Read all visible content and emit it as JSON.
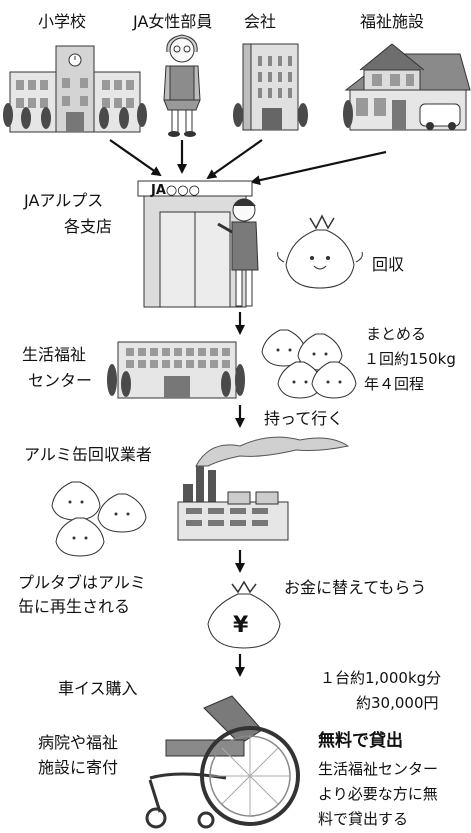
{
  "colors": {
    "ink": "#111111",
    "gray_light": "#d9d9d9",
    "gray_mid": "#a6a6a6",
    "gray_dark": "#4d4d4d",
    "bg": "#ffffff"
  },
  "top_labels": {
    "elementary_school": "小学校",
    "ja_women": "JA女性部員",
    "company": "会社",
    "welfare_facility": "福祉施設"
  },
  "ja_branch": {
    "label_line1": "JAアルプス",
    "label_line2": "各支店",
    "sign": "JA○○○"
  },
  "collect": {
    "label": "回収"
  },
  "welfare_center": {
    "label_line1": "生活福祉",
    "label_line2": "センター",
    "note_line1": "まとめる",
    "note_line2": "１回約150kg",
    "note_line3": "年４回程"
  },
  "carry": {
    "label": "持って行く"
  },
  "dealer": {
    "label": "アルミ缶回収業者"
  },
  "pulltab_note": {
    "line1": "プルタブはアルミ",
    "line2": "缶に再生される"
  },
  "money": {
    "label": "お金に替えてもらう",
    "symbol": "¥"
  },
  "wheelchair": {
    "label": "車イス購入",
    "price_line1": "１台約1,000kg分",
    "price_line2": "約30,000円",
    "headline": "無料で貸出",
    "desc_line1": "生活福祉センター",
    "desc_line2": "より必要な方に無",
    "desc_line3": "料で貸出する"
  },
  "donation": {
    "line1": "病院や福祉",
    "line2": "施設に寄付"
  }
}
